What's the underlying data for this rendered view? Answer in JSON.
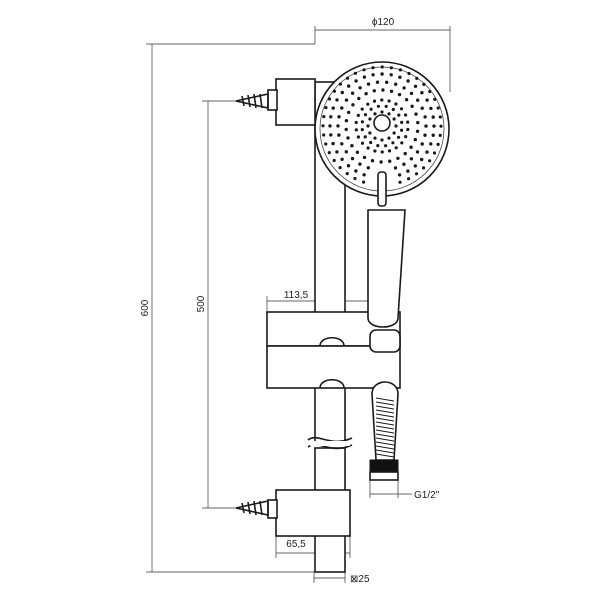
{
  "dimensions": {
    "head_diameter": "ϕ120",
    "total_height": "600",
    "bracket_spacing": "500",
    "slider_projection": "113,5",
    "bracket_projection": "65,5",
    "bar_size": "⊠25",
    "hose_thread": "G1/2\""
  }
}
